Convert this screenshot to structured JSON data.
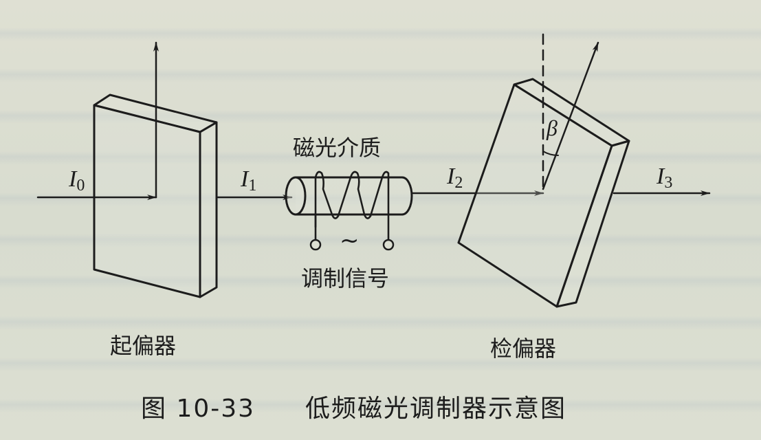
{
  "figure": {
    "caption_number": "图 10-33",
    "caption_title": "低频磁光调制器示意图"
  },
  "components": {
    "polarizer_label": "起偏器",
    "medium_label": "磁光介质",
    "signal_label": "调制信号",
    "ac_symbol": "~",
    "analyzer_label": "检偏器"
  },
  "beams": [
    {
      "symbol": "I",
      "subscript": "0"
    },
    {
      "symbol": "I",
      "subscript": "1"
    },
    {
      "symbol": "I",
      "subscript": "2"
    },
    {
      "symbol": "I",
      "subscript": "3"
    }
  ],
  "angle": {
    "symbol": "β"
  },
  "colors": {
    "ink": "#1c1c1c",
    "paper": "#dcdfd2"
  }
}
